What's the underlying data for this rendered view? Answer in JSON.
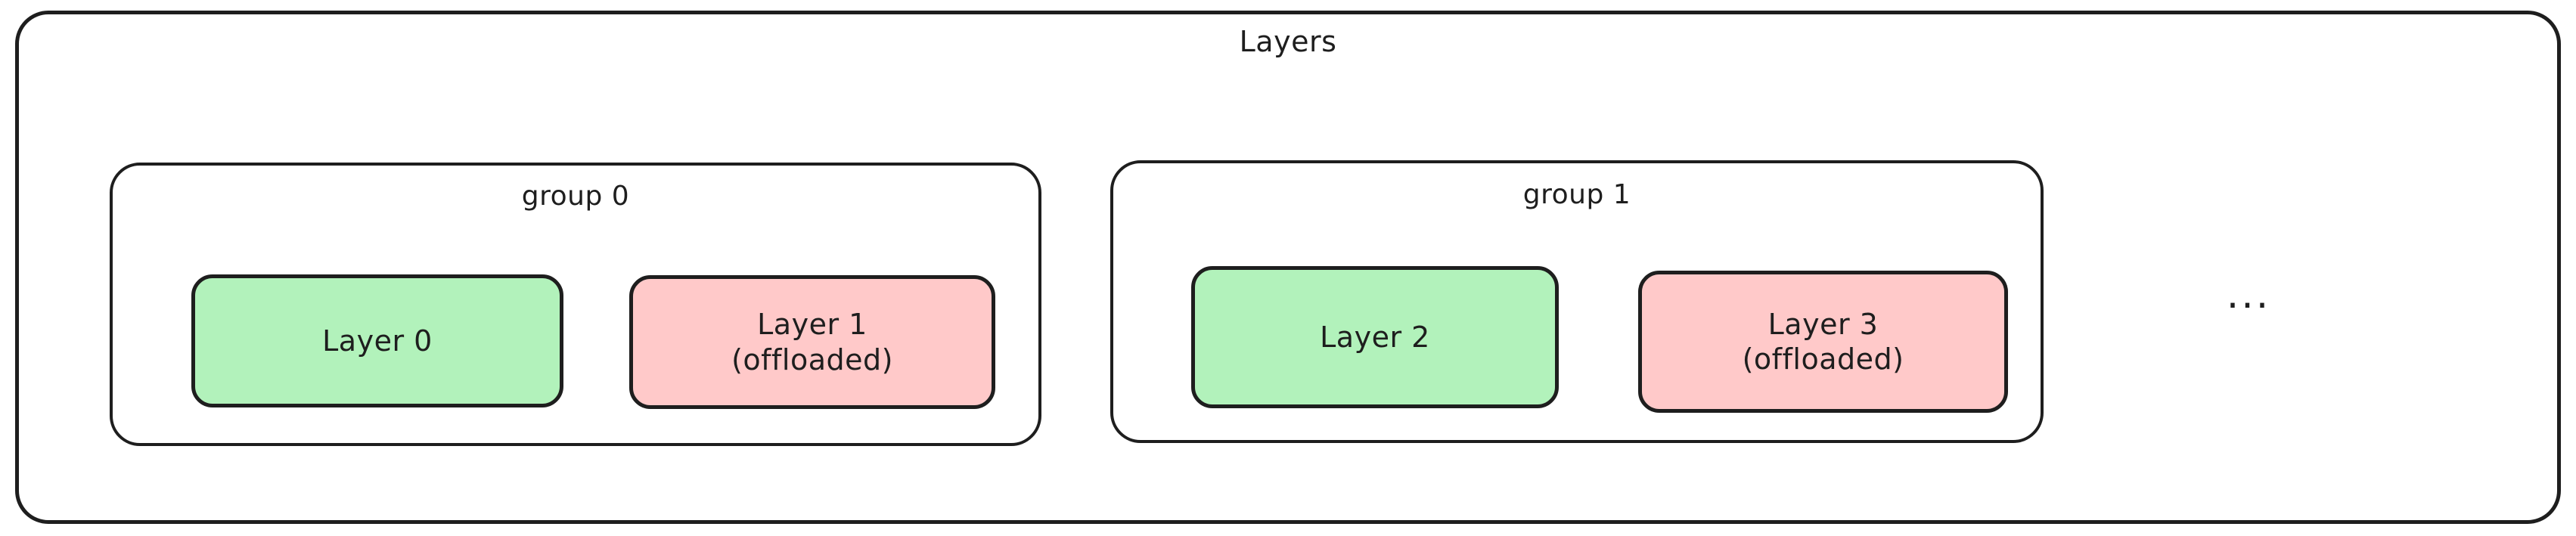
{
  "diagram": {
    "title": "Layers",
    "background_color": "#ffffff",
    "stroke_color": "#1e1e1e",
    "groups": [
      {
        "label": "group 0",
        "layers": [
          {
            "label": "Layer 0",
            "state": "resident",
            "fill_color": "#b2f2bb"
          },
          {
            "label": "Layer 1\n(offloaded)",
            "state": "offloaded",
            "fill_color": "#ffc9c9"
          }
        ]
      },
      {
        "label": "group 1",
        "layers": [
          {
            "label": "Layer 2",
            "state": "resident",
            "fill_color": "#b2f2bb"
          },
          {
            "label": "Layer 3\n(offloaded)",
            "state": "offloaded",
            "fill_color": "#ffc9c9"
          }
        ]
      }
    ],
    "continuation": "..."
  }
}
